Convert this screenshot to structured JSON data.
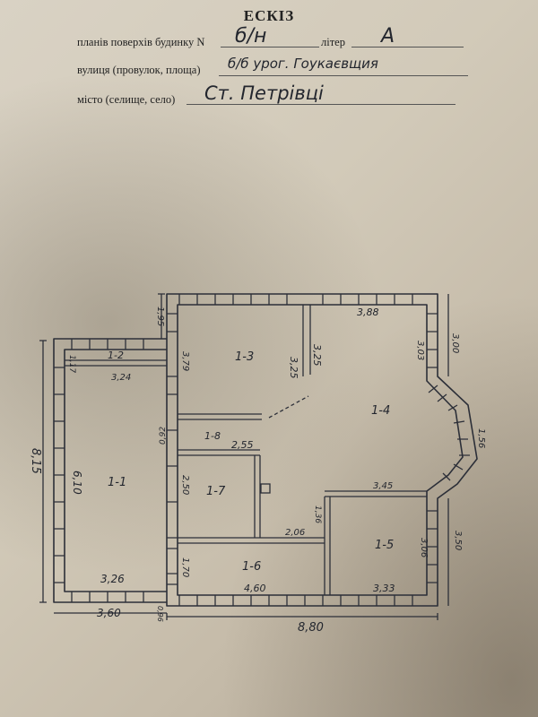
{
  "header": {
    "title": "ЕСКІЗ",
    "plans_label": "планів поверхів будинку N",
    "plans_value": "б/н",
    "liter_label": "літер",
    "liter_value": "А",
    "street_label": "вулиця (провулок, площа)",
    "street_value": "б/б   урог. Гоукаєвщия",
    "city_label": "місто (селище, село)",
    "city_value": "Ст. Петрівці"
  },
  "rooms": {
    "r11": "1-1",
    "r12": "1-2",
    "r13": "1-3",
    "r14": "1-4",
    "r15": "1-5",
    "r16": "1-6",
    "r17": "1-7",
    "r18": "1-8"
  },
  "dimensions": {
    "d_388": "3,88",
    "d_325a": "3,25",
    "d_325b": "3,25",
    "d_379": "3,79",
    "d_195": "1,95",
    "d_117": "1,17",
    "d_324": "3,24",
    "d_815": "8,15",
    "d_610": "6,10",
    "d_326": "3,26",
    "d_360": "3,60",
    "d_303": "3,03",
    "d_300": "3,00",
    "d_156": "1,56",
    "d_092": "0,92",
    "d_255": "2,55",
    "d_250": "2,50",
    "d_345": "3,45",
    "d_136": "1,36",
    "d_206": "2,06",
    "d_306": "3,06",
    "d_350": "3,50",
    "d_170": "1,70",
    "d_460": "4,60",
    "d_333": "3,33",
    "d_880": "8,80",
    "d_096": "0,96"
  }
}
